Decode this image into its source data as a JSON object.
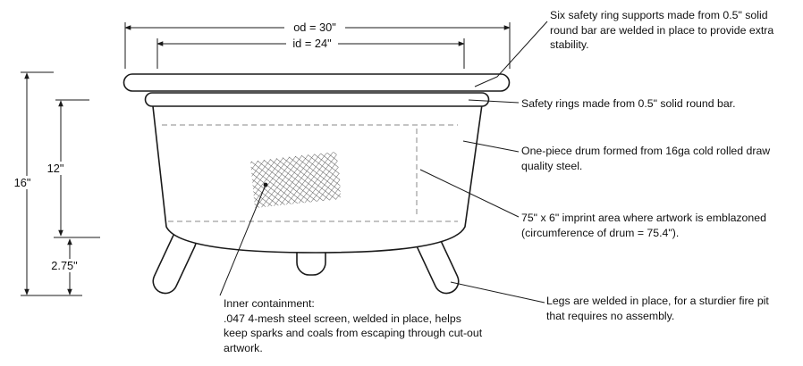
{
  "dimensions": {
    "od": "od = 30\"",
    "id": "id = 24\"",
    "total_height": "16\"",
    "drum_height": "12\"",
    "leg_height": "2.75\""
  },
  "annotations": {
    "ring_supports": "Six safety ring supports made from 0.5\" solid round bar are welded in place to provide extra stability.",
    "safety_rings": "Safety rings made from 0.5\" solid round bar.",
    "drum": "One-piece drum formed from 16ga cold rolled draw quality steel.",
    "imprint": "75\" x 6\" imprint area where artwork is emblazoned (circumference of drum = 75.4\").",
    "legs": "Legs are welded in place, for a sturdier fire pit that requires no assembly.",
    "containment_title": "Inner containment:",
    "containment_body": ".047 4-mesh steel screen, welded in place, helps keep sparks and coals from escaping through cut-out artwork."
  },
  "colors": {
    "line": "#1a1a1a",
    "dashed": "#8a8a8a",
    "mesh": "#555555"
  }
}
